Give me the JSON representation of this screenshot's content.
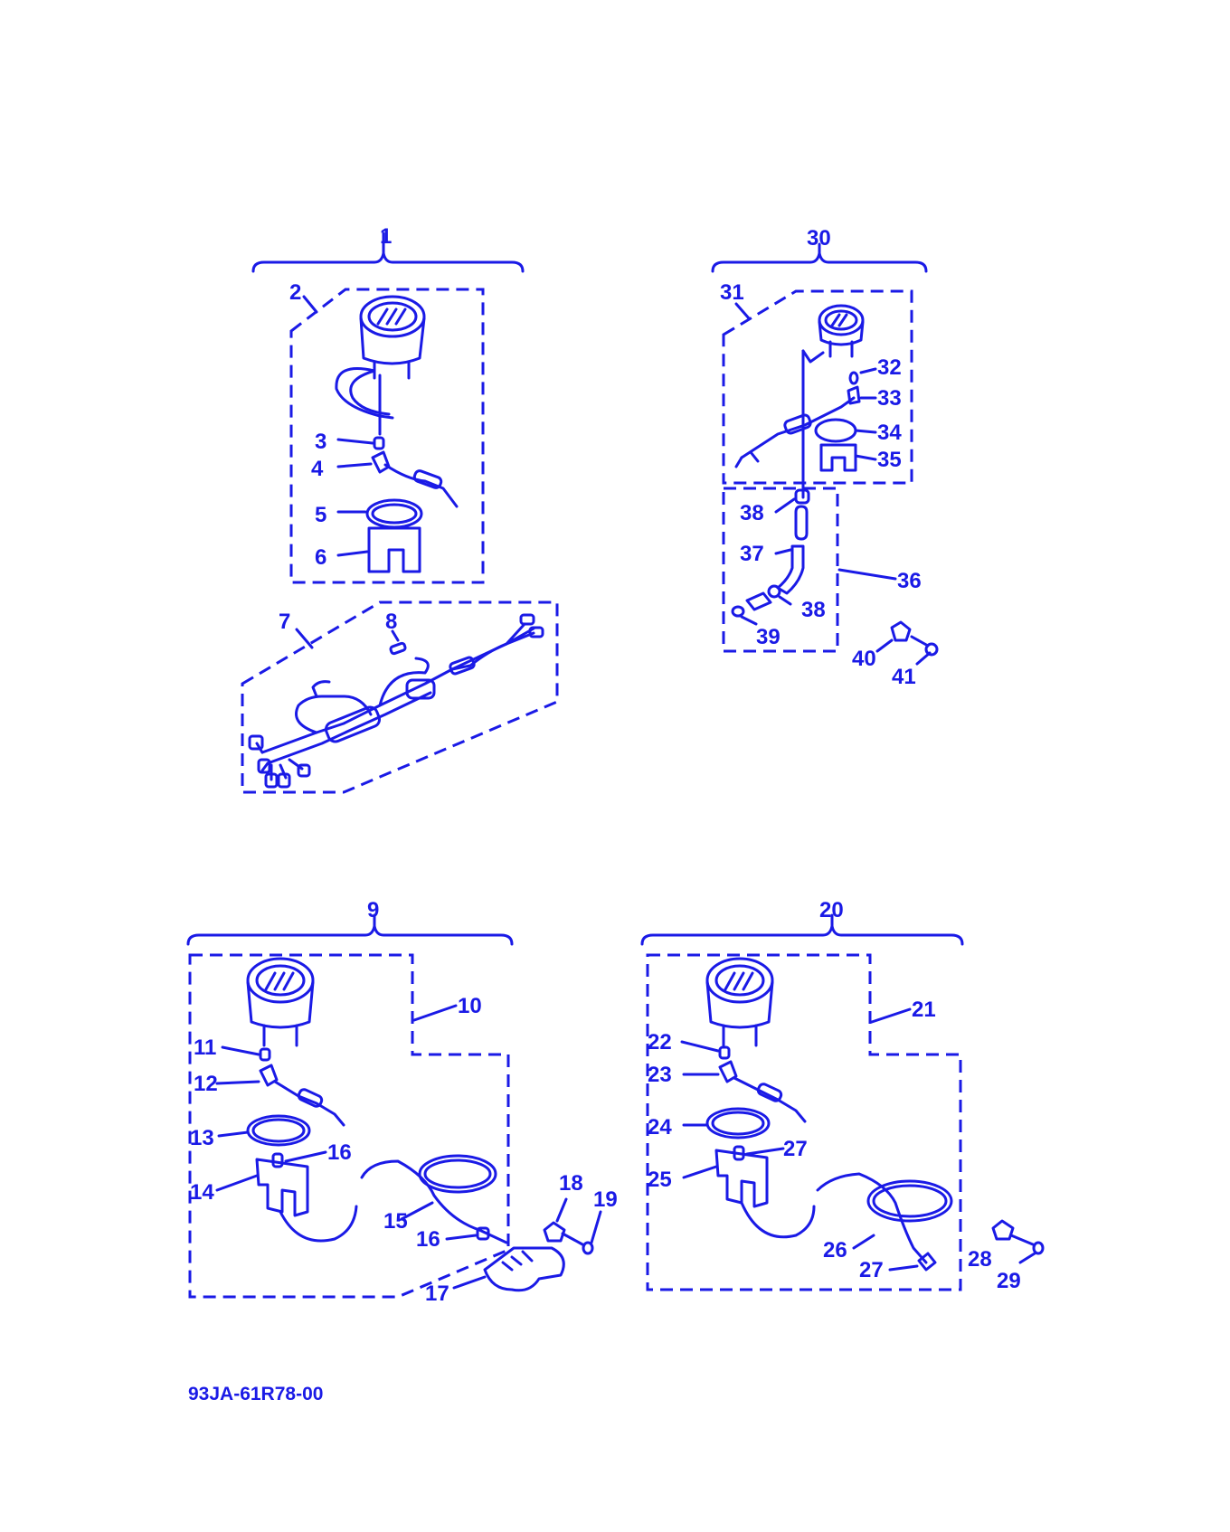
{
  "drawing_code": "93JA-61R78-00",
  "callouts": [
    "1",
    "2",
    "3",
    "4",
    "5",
    "6",
    "7",
    "8",
    "9",
    "10",
    "11",
    "12",
    "13",
    "14",
    "15",
    "16",
    "16",
    "17",
    "18",
    "19",
    "20",
    "21",
    "22",
    "23",
    "24",
    "25",
    "26",
    "27",
    "27",
    "28",
    "29",
    "30",
    "31",
    "32",
    "33",
    "34",
    "35",
    "36",
    "37",
    "38",
    "38",
    "39",
    "40",
    "41"
  ],
  "colors": {
    "ink": "#1a1ae6",
    "paper": "#ffffff"
  }
}
